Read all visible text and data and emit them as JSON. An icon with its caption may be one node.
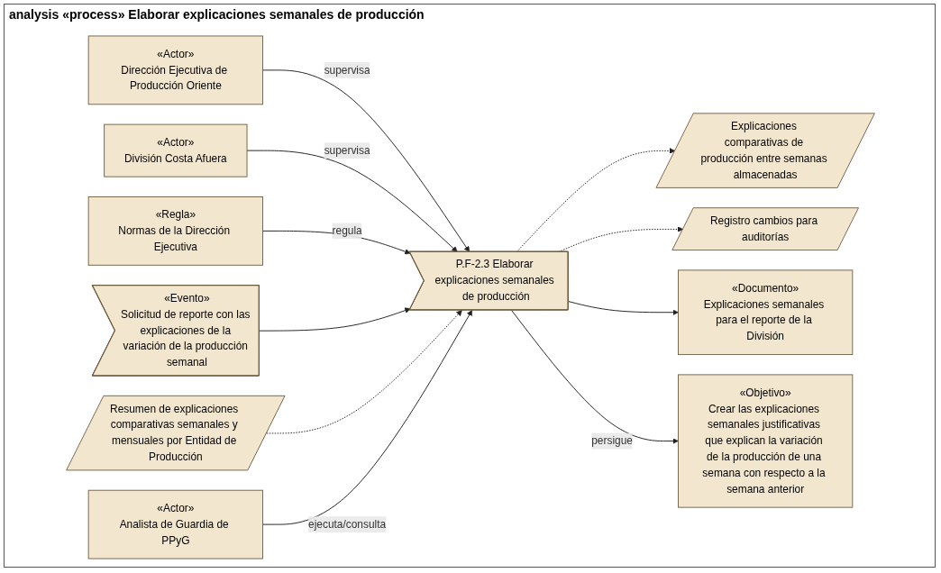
{
  "diagram": {
    "title": "analysis «process» Elaborar explicaciones semanales de producción",
    "nodes": [
      {
        "text": [
          "«Actor»",
          "Dirección Ejecutiva de Producción Oriente"
        ]
      },
      {
        "text": [
          "«Actor»",
          "División Costa Afuera"
        ]
      },
      {
        "text": [
          "Explicaciones comparativas de producción entre semanas almacenadas"
        ]
      },
      {
        "text": [
          "«Regla»",
          "Normas de la Dirección Ejecutiva"
        ]
      },
      {
        "text": [
          "P.F-2.3 Elaborar explicaciones semanales de producción"
        ]
      },
      {
        "text": [
          "Registro cambios para auditorías"
        ]
      },
      {
        "text": [
          "«Evento»",
          "Solicitud de reporte con las explicaciones de la variación de la producción semanal"
        ]
      },
      {
        "text": [
          "«Documento»",
          "Explicaciones semanales para el reporte de la División"
        ]
      },
      {
        "text": [
          "Resumen de explicaciones comparativas semanales y mensuales por Entidad de Producción"
        ]
      },
      {
        "text": [
          "«Actor»",
          "Analista de Guardia de PPyG"
        ]
      },
      {
        "text": [
          "«Objetivo»",
          "Crear las explicaciones semanales justificativas que explican la variación de la producción de una semana con respecto a la semana anterior"
        ]
      }
    ],
    "edges": [
      {
        "from": 0,
        "to": 4,
        "arrow": "to",
        "label": "supervisa"
      },
      {
        "from": 1,
        "to": 4,
        "arrow": "to",
        "label": "supervisa"
      },
      {
        "from": 3,
        "to": 4,
        "arrow": "to",
        "label": "regula"
      },
      {
        "from": 6,
        "to": 4,
        "arrow": "to"
      },
      {
        "from": 8,
        "to": 4,
        "arrow": "to",
        "style": "dashed"
      },
      {
        "from": 9,
        "to": 4,
        "arrow": "to",
        "label": "ejecuta/consulta"
      },
      {
        "from": 4,
        "to": 2,
        "arrow": "to",
        "style": "dashed"
      },
      {
        "from": 4,
        "to": 5,
        "arrow": "to",
        "style": "dashed"
      },
      {
        "from": 4,
        "to": 7,
        "arrow": "to"
      },
      {
        "from": 4,
        "to": 10,
        "arrow": "to",
        "label": "persigue"
      }
    ]
  }
}
